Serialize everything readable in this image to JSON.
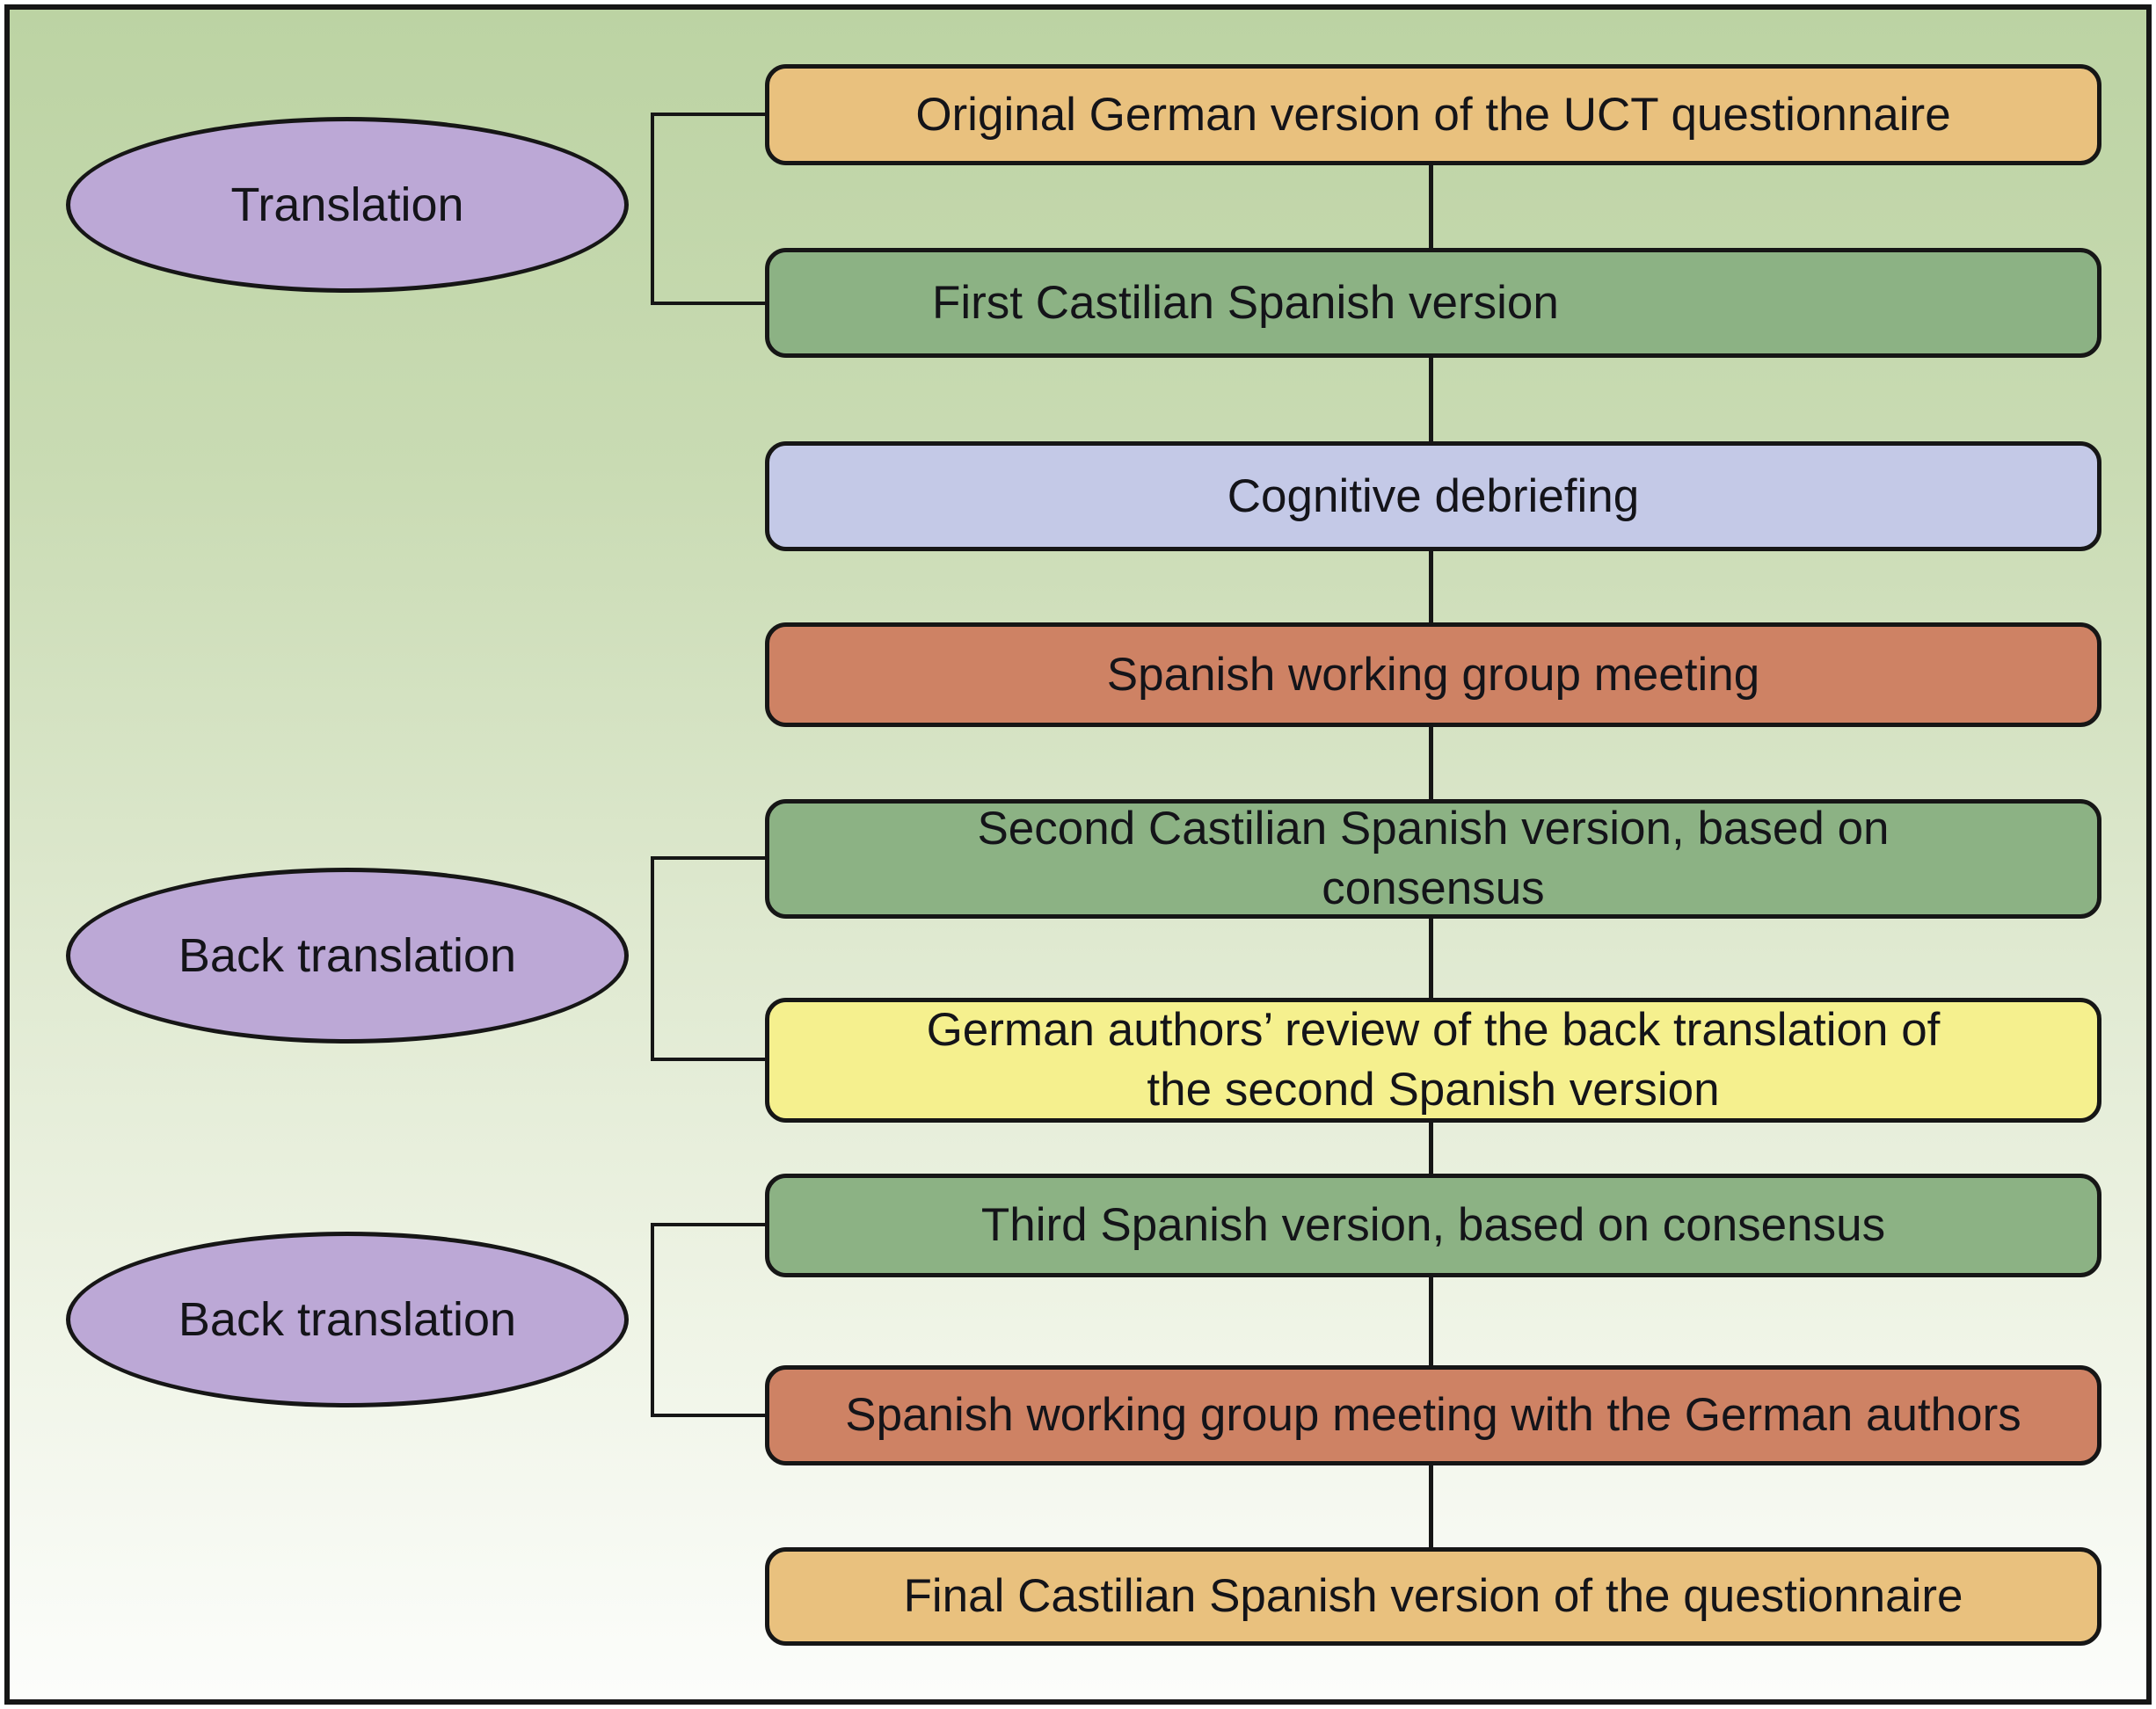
{
  "figure": {
    "title": "UCT questionnaire translation process flowchart",
    "ellipses": [
      {
        "label": "Translation"
      },
      {
        "label": "Back translation"
      },
      {
        "label": "Back translation"
      }
    ],
    "boxes": [
      {
        "color": "tan",
        "lines": [
          "Original German version of the UCT questionnaire"
        ]
      },
      {
        "color": "green",
        "lines": [
          "First Castilian Spanish version"
        ]
      },
      {
        "color": "lavender",
        "lines": [
          "Cognitive debriefing"
        ]
      },
      {
        "color": "terracotta",
        "lines": [
          "Spanish working group meeting"
        ]
      },
      {
        "color": "green",
        "lines": [
          "Second Castilian Spanish version, based on",
          "consensus"
        ]
      },
      {
        "color": "yellow",
        "lines": [
          "German authors’ review of the back translation of",
          "the second Spanish version"
        ]
      },
      {
        "color": "green",
        "lines": [
          "Third Spanish version, based on consensus"
        ]
      },
      {
        "color": "terracotta",
        "lines": [
          "Spanish working group meeting with the German authors"
        ]
      },
      {
        "color": "tan",
        "lines": [
          "Final Castilian Spanish version of the questionnaire"
        ]
      }
    ],
    "palette": {
      "bg_top": "#bcd3a3",
      "bg_mid": "#dfe9d0",
      "bg_bottom": "#fcfdfb",
      "line": "#161616",
      "text": "#141419",
      "box_tan": "#e9c17e",
      "box_green": "#8cb284",
      "box_lavender": "#c4c9e7",
      "box_terracotta": "#ce8264",
      "box_yellow": "#f5f08e",
      "ellipse_purple": "#bca8d6"
    }
  }
}
